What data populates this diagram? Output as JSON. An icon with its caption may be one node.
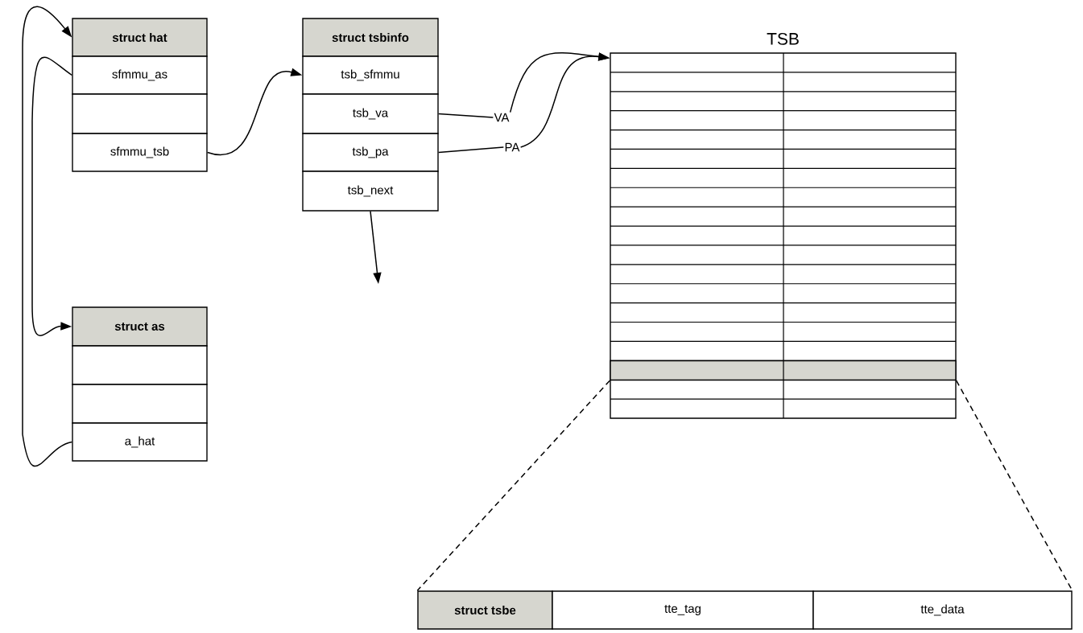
{
  "diagram": {
    "nodes": [
      {
        "text": [
          "struct hat"
        ]
      },
      {
        "text": [
          "sfmmu_as"
        ]
      },
      {
        "text": [],
        "shape": "box"
      },
      {
        "text": [
          "sfmmu_tsb"
        ]
      },
      {
        "text": [
          "struct tsbinfo"
        ]
      },
      {
        "text": [
          "tsb_sfmmu"
        ]
      },
      {
        "text": [
          "tsb_va"
        ]
      },
      {
        "text": [
          "tsb_pa"
        ]
      },
      {
        "text": [
          "tsb_next"
        ]
      },
      {
        "text": [
          "VA"
        ]
      },
      {
        "text": [
          "PA"
        ]
      },
      {
        "text": [
          "TSB"
        ]
      },
      {
        "text": [],
        "shape": "box",
        "in": 11
      },
      {
        "text": [
          "struct tsbe"
        ]
      },
      {
        "text": [
          "tte_tag"
        ]
      },
      {
        "text": [
          "tte_data"
        ]
      },
      {
        "text": [
          "struct as"
        ]
      },
      {
        "text": [],
        "shape": "box"
      },
      {
        "text": [],
        "shape": "box"
      },
      {
        "text": [
          "a_hat"
        ]
      }
    ],
    "edges": [
      {
        "from": 1,
        "to": 16,
        "arrow": "to"
      },
      {
        "from": 19,
        "to": 0,
        "arrow": "to"
      },
      {
        "from": 3,
        "to": 5,
        "arrow": "to"
      },
      {
        "from": 6,
        "to": 9,
        "arrow": "none"
      },
      {
        "from": 7,
        "to": 10,
        "arrow": "none"
      },
      {
        "from": 9,
        "to": 11,
        "arrow": "to"
      },
      {
        "from": 10,
        "to": 11,
        "arrow": "to"
      },
      {
        "from": 12,
        "to": 13,
        "arrow": "none",
        "style": "dashed"
      },
      {
        "from": 12,
        "to": 15,
        "arrow": "none",
        "style": "dashed"
      },
      {
        "from": 8,
        "to": null,
        "arrow": "to"
      }
    ]
  }
}
